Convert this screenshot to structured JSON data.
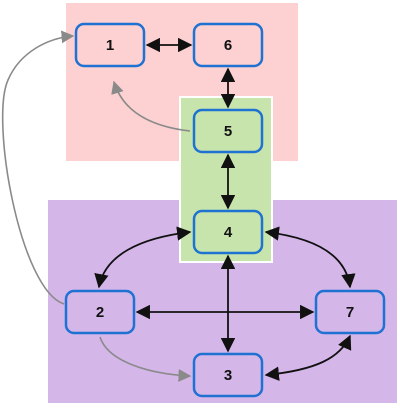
{
  "colors": {
    "region_top": "#fdd1d1",
    "region_middle": "#c7e4ad",
    "region_bottom": "#d4b6e9",
    "node_fill_top": "#fdd1d1",
    "node_fill_middle": "#c7e4ad",
    "node_fill_bottom": "#d4b6e9",
    "node_border": "#1f72d1",
    "edge_black": "#111111",
    "edge_gray": "#8a8a8a"
  },
  "nodes": [
    {
      "id": "1",
      "label": "1",
      "group": "top"
    },
    {
      "id": "6",
      "label": "6",
      "group": "top"
    },
    {
      "id": "5",
      "label": "5",
      "group": "middle"
    },
    {
      "id": "4",
      "label": "4",
      "group": "middle"
    },
    {
      "id": "2",
      "label": "2",
      "group": "bottom"
    },
    {
      "id": "7",
      "label": "7",
      "group": "bottom"
    },
    {
      "id": "3",
      "label": "3",
      "group": "bottom"
    }
  ],
  "edges": [
    {
      "from": "1",
      "to": "6",
      "style": "black",
      "direction": "both"
    },
    {
      "from": "6",
      "to": "5",
      "style": "black",
      "direction": "both"
    },
    {
      "from": "5",
      "to": "4",
      "style": "black",
      "direction": "both"
    },
    {
      "from": "5",
      "to": "1",
      "style": "gray",
      "direction": "forward"
    },
    {
      "from": "2",
      "to": "1",
      "style": "gray",
      "direction": "forward"
    },
    {
      "from": "4",
      "to": "2",
      "style": "black",
      "direction": "both"
    },
    {
      "from": "4",
      "to": "7",
      "style": "black",
      "direction": "both"
    },
    {
      "from": "4",
      "to": "3",
      "style": "black",
      "direction": "both"
    },
    {
      "from": "2",
      "to": "7",
      "style": "black",
      "direction": "both"
    },
    {
      "from": "2",
      "to": "3",
      "style": "gray",
      "direction": "forward"
    },
    {
      "from": "3",
      "to": "7",
      "style": "black",
      "direction": "both"
    }
  ]
}
